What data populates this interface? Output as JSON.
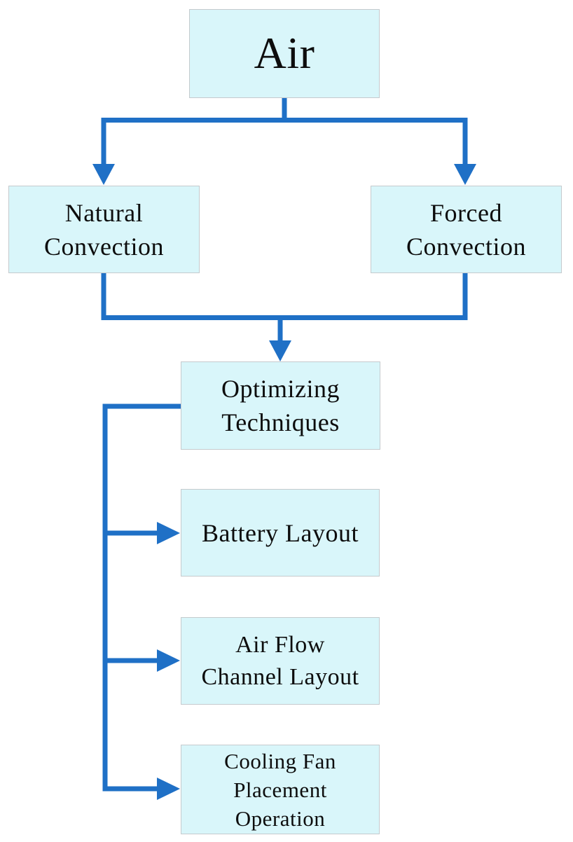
{
  "colors": {
    "connector_blue": "#1f70c6",
    "box_fill": "#d9f6fa",
    "box_border": "#c5cacd",
    "text": "#0d0d0d"
  },
  "nodes": {
    "air": {
      "label": "Air",
      "lines": [
        "Air"
      ]
    },
    "natural_convection": {
      "label": "Natural Convection",
      "lines": [
        "Natural",
        "Convection"
      ]
    },
    "forced_convection": {
      "label": "Forced Convection",
      "lines": [
        "Forced",
        "Convection"
      ]
    },
    "optimizing_techniques": {
      "label": "Optimizing Techniques",
      "lines": [
        "Optimizing",
        "Techniques"
      ]
    },
    "battery_layout": {
      "label": "Battery Layout",
      "lines": [
        "Battery Layout"
      ]
    },
    "air_flow_channel_layout": {
      "label": "Air Flow Channel Layout",
      "lines": [
        "Air Flow",
        "Channel Layout"
      ]
    },
    "cooling_fan_placement_operation": {
      "label": "Cooling Fan Placement Operation",
      "lines": [
        "Cooling Fan",
        "Placement",
        "Operation"
      ]
    }
  },
  "edges": [
    {
      "from": "air",
      "to": "natural_convection",
      "arrow": true
    },
    {
      "from": "air",
      "to": "forced_convection",
      "arrow": true
    },
    {
      "from": "natural_convection",
      "to": "optimizing_techniques",
      "arrow": true
    },
    {
      "from": "forced_convection",
      "to": "optimizing_techniques",
      "arrow": true
    },
    {
      "from": "optimizing_techniques",
      "to": "battery_layout",
      "arrow": true
    },
    {
      "from": "optimizing_techniques",
      "to": "air_flow_channel_layout",
      "arrow": true
    },
    {
      "from": "optimizing_techniques",
      "to": "cooling_fan_placement_operation",
      "arrow": true
    }
  ]
}
